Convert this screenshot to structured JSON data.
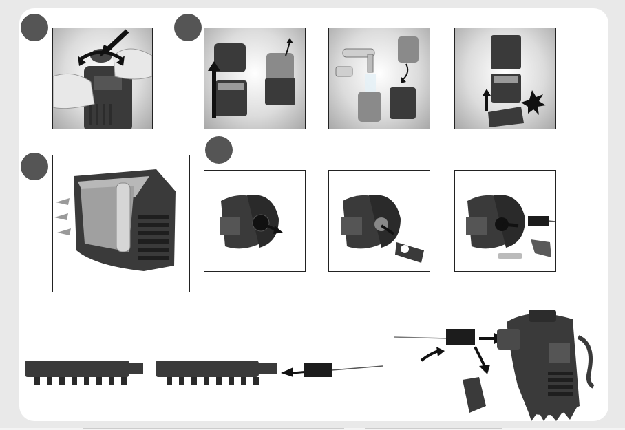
{
  "colors": {
    "page_background": "#e9e9e9",
    "sheet": "#ffffff",
    "step_badge": "#555555",
    "device_dark": "#3a3a3a",
    "arrow": "#111111",
    "sponge": "#8a8a8a"
  },
  "icons": [
    "hand-rotate-cap-illustration",
    "lift-sponge-illustration",
    "rinse-sponge-illustration",
    "reassemble-filter-illustration",
    "filter-cutaway-illustration",
    "remove-rotor-cover-illustration",
    "remove-impeller-illustration",
    "clean-impeller-chamber-illustration",
    "spray-bar-cleaning-illustration",
    "pump-outlet-cleaning-illustration"
  ]
}
